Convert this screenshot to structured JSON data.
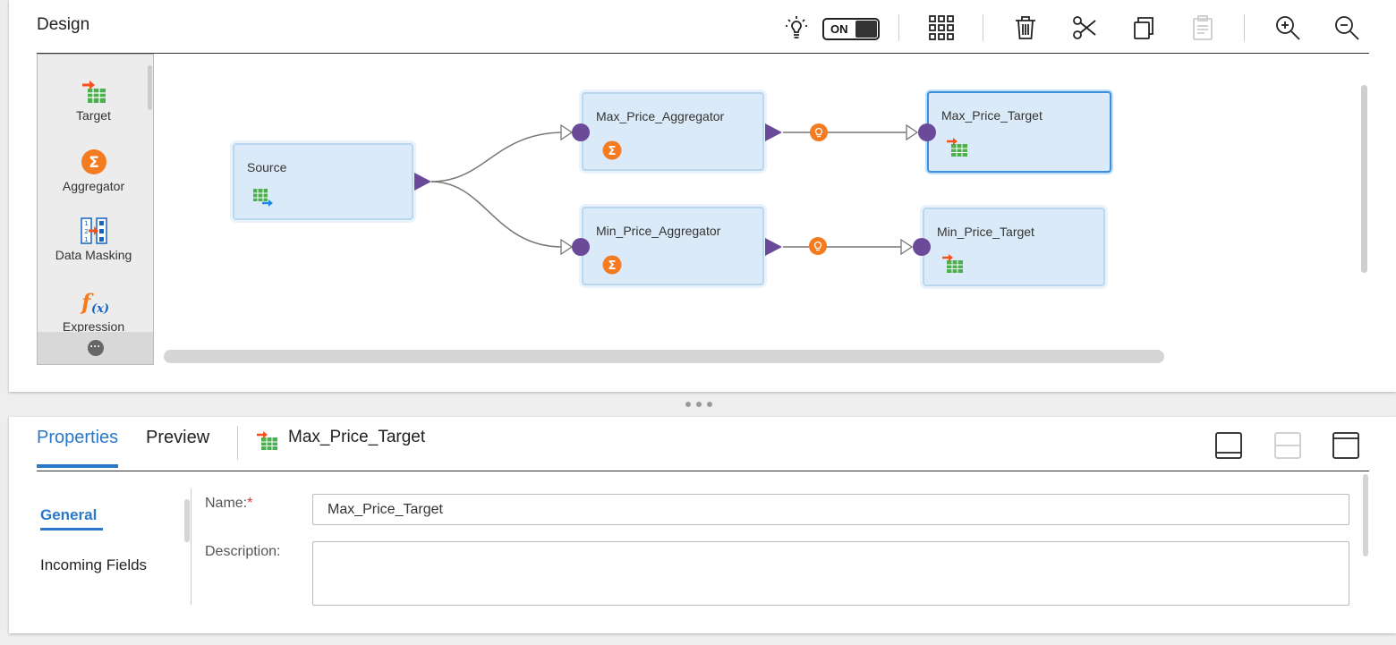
{
  "design": {
    "title": "Design",
    "toggle_label": "ON",
    "palette": [
      {
        "label": "Target",
        "icon": "target-icon"
      },
      {
        "label": "Aggregator",
        "icon": "aggregator-icon"
      },
      {
        "label": "Data Masking",
        "icon": "data-masking-icon"
      },
      {
        "label": "Expression",
        "icon": "expression-icon"
      }
    ],
    "nodes": {
      "source": {
        "label": "Source"
      },
      "max_agg": {
        "label": "Max_Price_Aggregator"
      },
      "min_agg": {
        "label": "Min_Price_Aggregator"
      },
      "max_target": {
        "label": "Max_Price_Target"
      },
      "min_target": {
        "label": "Min_Price_Target"
      }
    },
    "colors": {
      "accent": "#2a78c8",
      "node_fill": "#dbeaf8",
      "port": "#6c4a9a",
      "orange": "#f47b20"
    }
  },
  "properties": {
    "tabs": [
      "Properties",
      "Preview"
    ],
    "selected_object": "Max_Price_Target",
    "side_nav": [
      "General",
      "Incoming Fields"
    ],
    "fields": {
      "name_label": "Name:",
      "required_mark": "*",
      "name_value": "Max_Price_Target",
      "description_label": "Description:",
      "description_value": ""
    }
  }
}
